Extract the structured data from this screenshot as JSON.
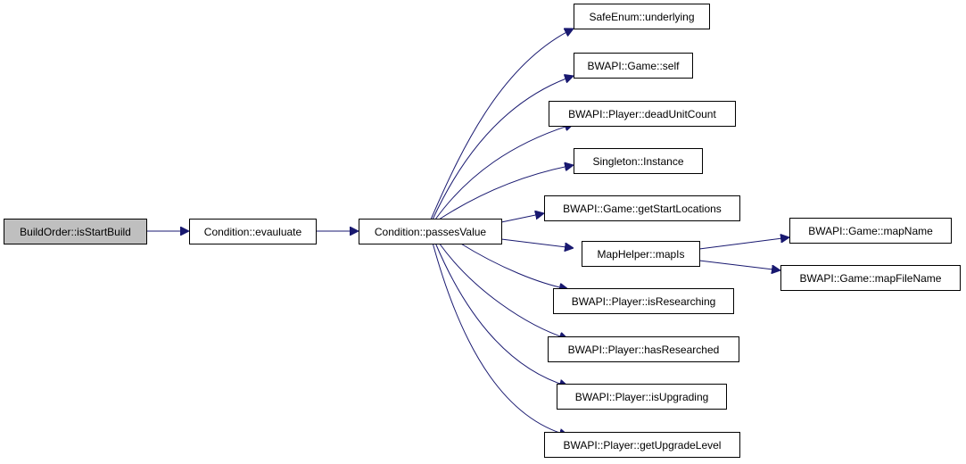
{
  "graph": {
    "edge_color": "#191970",
    "root_fill": "#bfbfbf",
    "node_fill": "#ffffff",
    "nodes": {
      "root": "BuildOrder::isStartBuild",
      "evaluate": "Condition::evauluate",
      "passes": "Condition::passesValue",
      "underlying": "SafeEnum::underlying",
      "self": "BWAPI::Game::self",
      "dead": "BWAPI::Player::deadUnitCount",
      "instance": "Singleton::Instance",
      "startloc": "BWAPI::Game::getStartLocations",
      "mapis": "MapHelper::mapIs",
      "mapname": "BWAPI::Game::mapName",
      "mapfile": "BWAPI::Game::mapFileName",
      "isres": "BWAPI::Player::isResearching",
      "hasres": "BWAPI::Player::hasResearched",
      "isupg": "BWAPI::Player::isUpgrading",
      "getupg": "BWAPI::Player::getUpgradeLevel"
    }
  }
}
